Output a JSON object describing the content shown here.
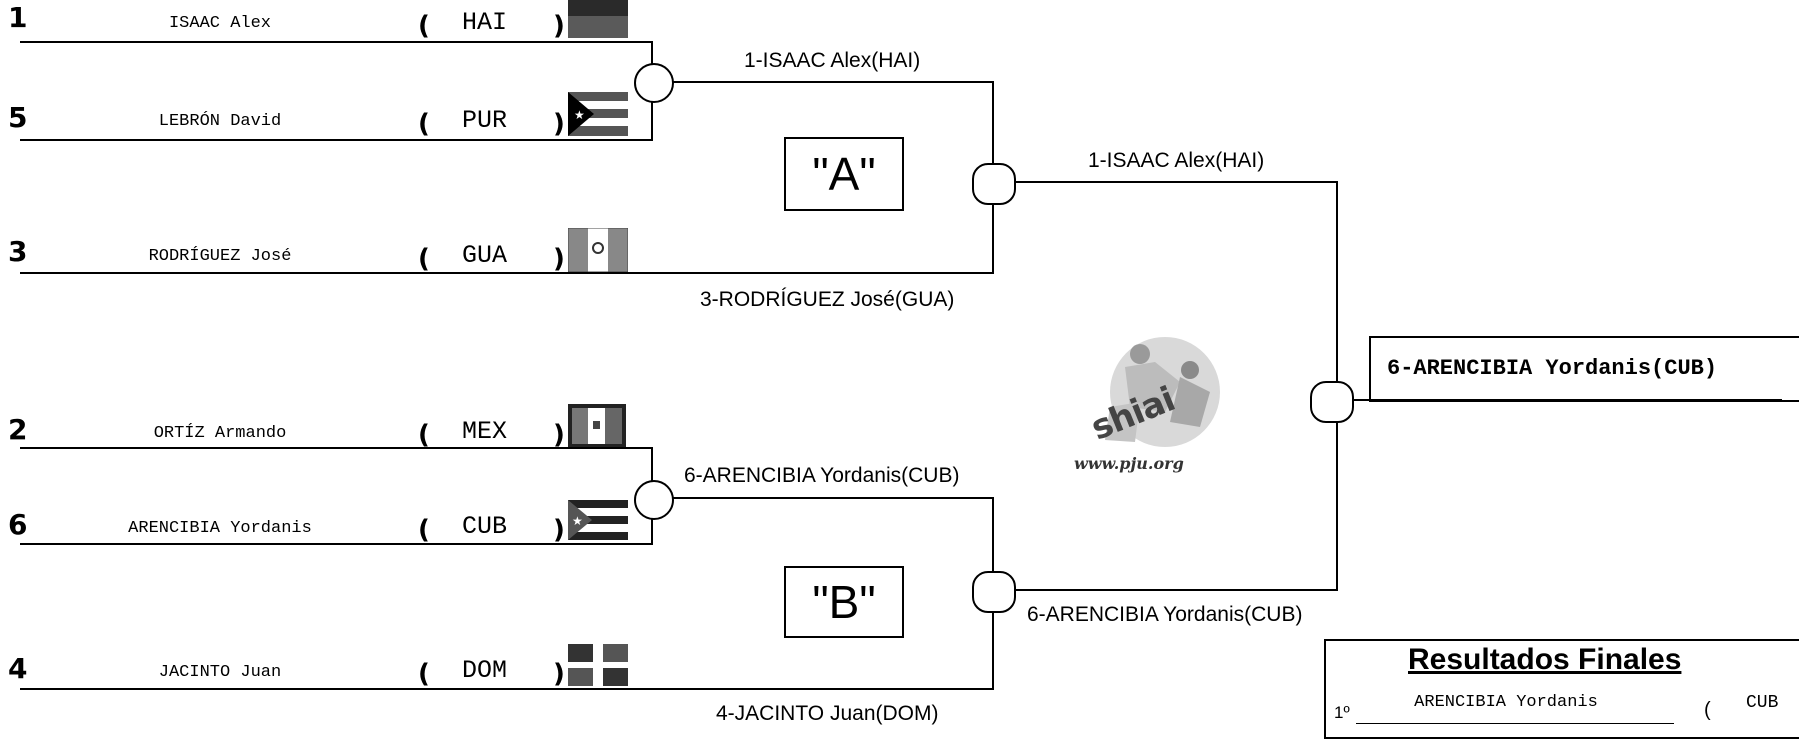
{
  "players": [
    {
      "seed": "1",
      "name": "ISAAC Alex",
      "open": "(",
      "code": "HAI",
      "close": ")",
      "flag_icon": "haiti-flag-icon"
    },
    {
      "seed": "5",
      "name": "LEBRÓN David",
      "open": "(",
      "code": "PUR",
      "close": ")",
      "flag_icon": "puerto-rico-flag-icon"
    },
    {
      "seed": "3",
      "name": "RODRÍGUEZ José",
      "open": "(",
      "code": "GUA",
      "close": ")",
      "flag_icon": "guatemala-flag-icon"
    },
    {
      "seed": "2",
      "name": "ORTÍZ Armando",
      "open": "(",
      "code": "MEX",
      "close": ")",
      "flag_icon": "mexico-flag-icon"
    },
    {
      "seed": "6",
      "name": "ARENCIBIA Yordanis",
      "open": "(",
      "code": "CUB",
      "close": ")",
      "flag_icon": "cuba-flag-icon"
    },
    {
      "seed": "4",
      "name": "JACINTO Juan",
      "open": "(",
      "code": "DOM",
      "close": ")",
      "flag_icon": "dominican-republic-flag-icon"
    }
  ],
  "rounds": {
    "a_r1_winner": "1-ISAAC Alex(HAI)",
    "a_final_top": "1-ISAAC Alex(HAI)",
    "a_final_bottom": "3-RODRÍGUEZ José(GUA)",
    "b_r1_winner": "6-ARENCIBIA Yordanis(CUB)",
    "b_final_top": "6-ARENCIBIA Yordanis(CUB)",
    "b_final_bottom": "4-JACINTO Juan(DOM)",
    "champion": "6-ARENCIBIA Yordanis(CUB)"
  },
  "pools": {
    "a": "\"A\"",
    "b": "\"B\""
  },
  "logo": {
    "main": "shiai",
    "url": "www.pju.org",
    "icon": "judo-logo-icon"
  },
  "results": {
    "title": "Resultados Finales",
    "rows": [
      {
        "place": "1º",
        "name": "ARENCIBIA Yordanis",
        "open": "(",
        "code": "CUB"
      }
    ]
  }
}
